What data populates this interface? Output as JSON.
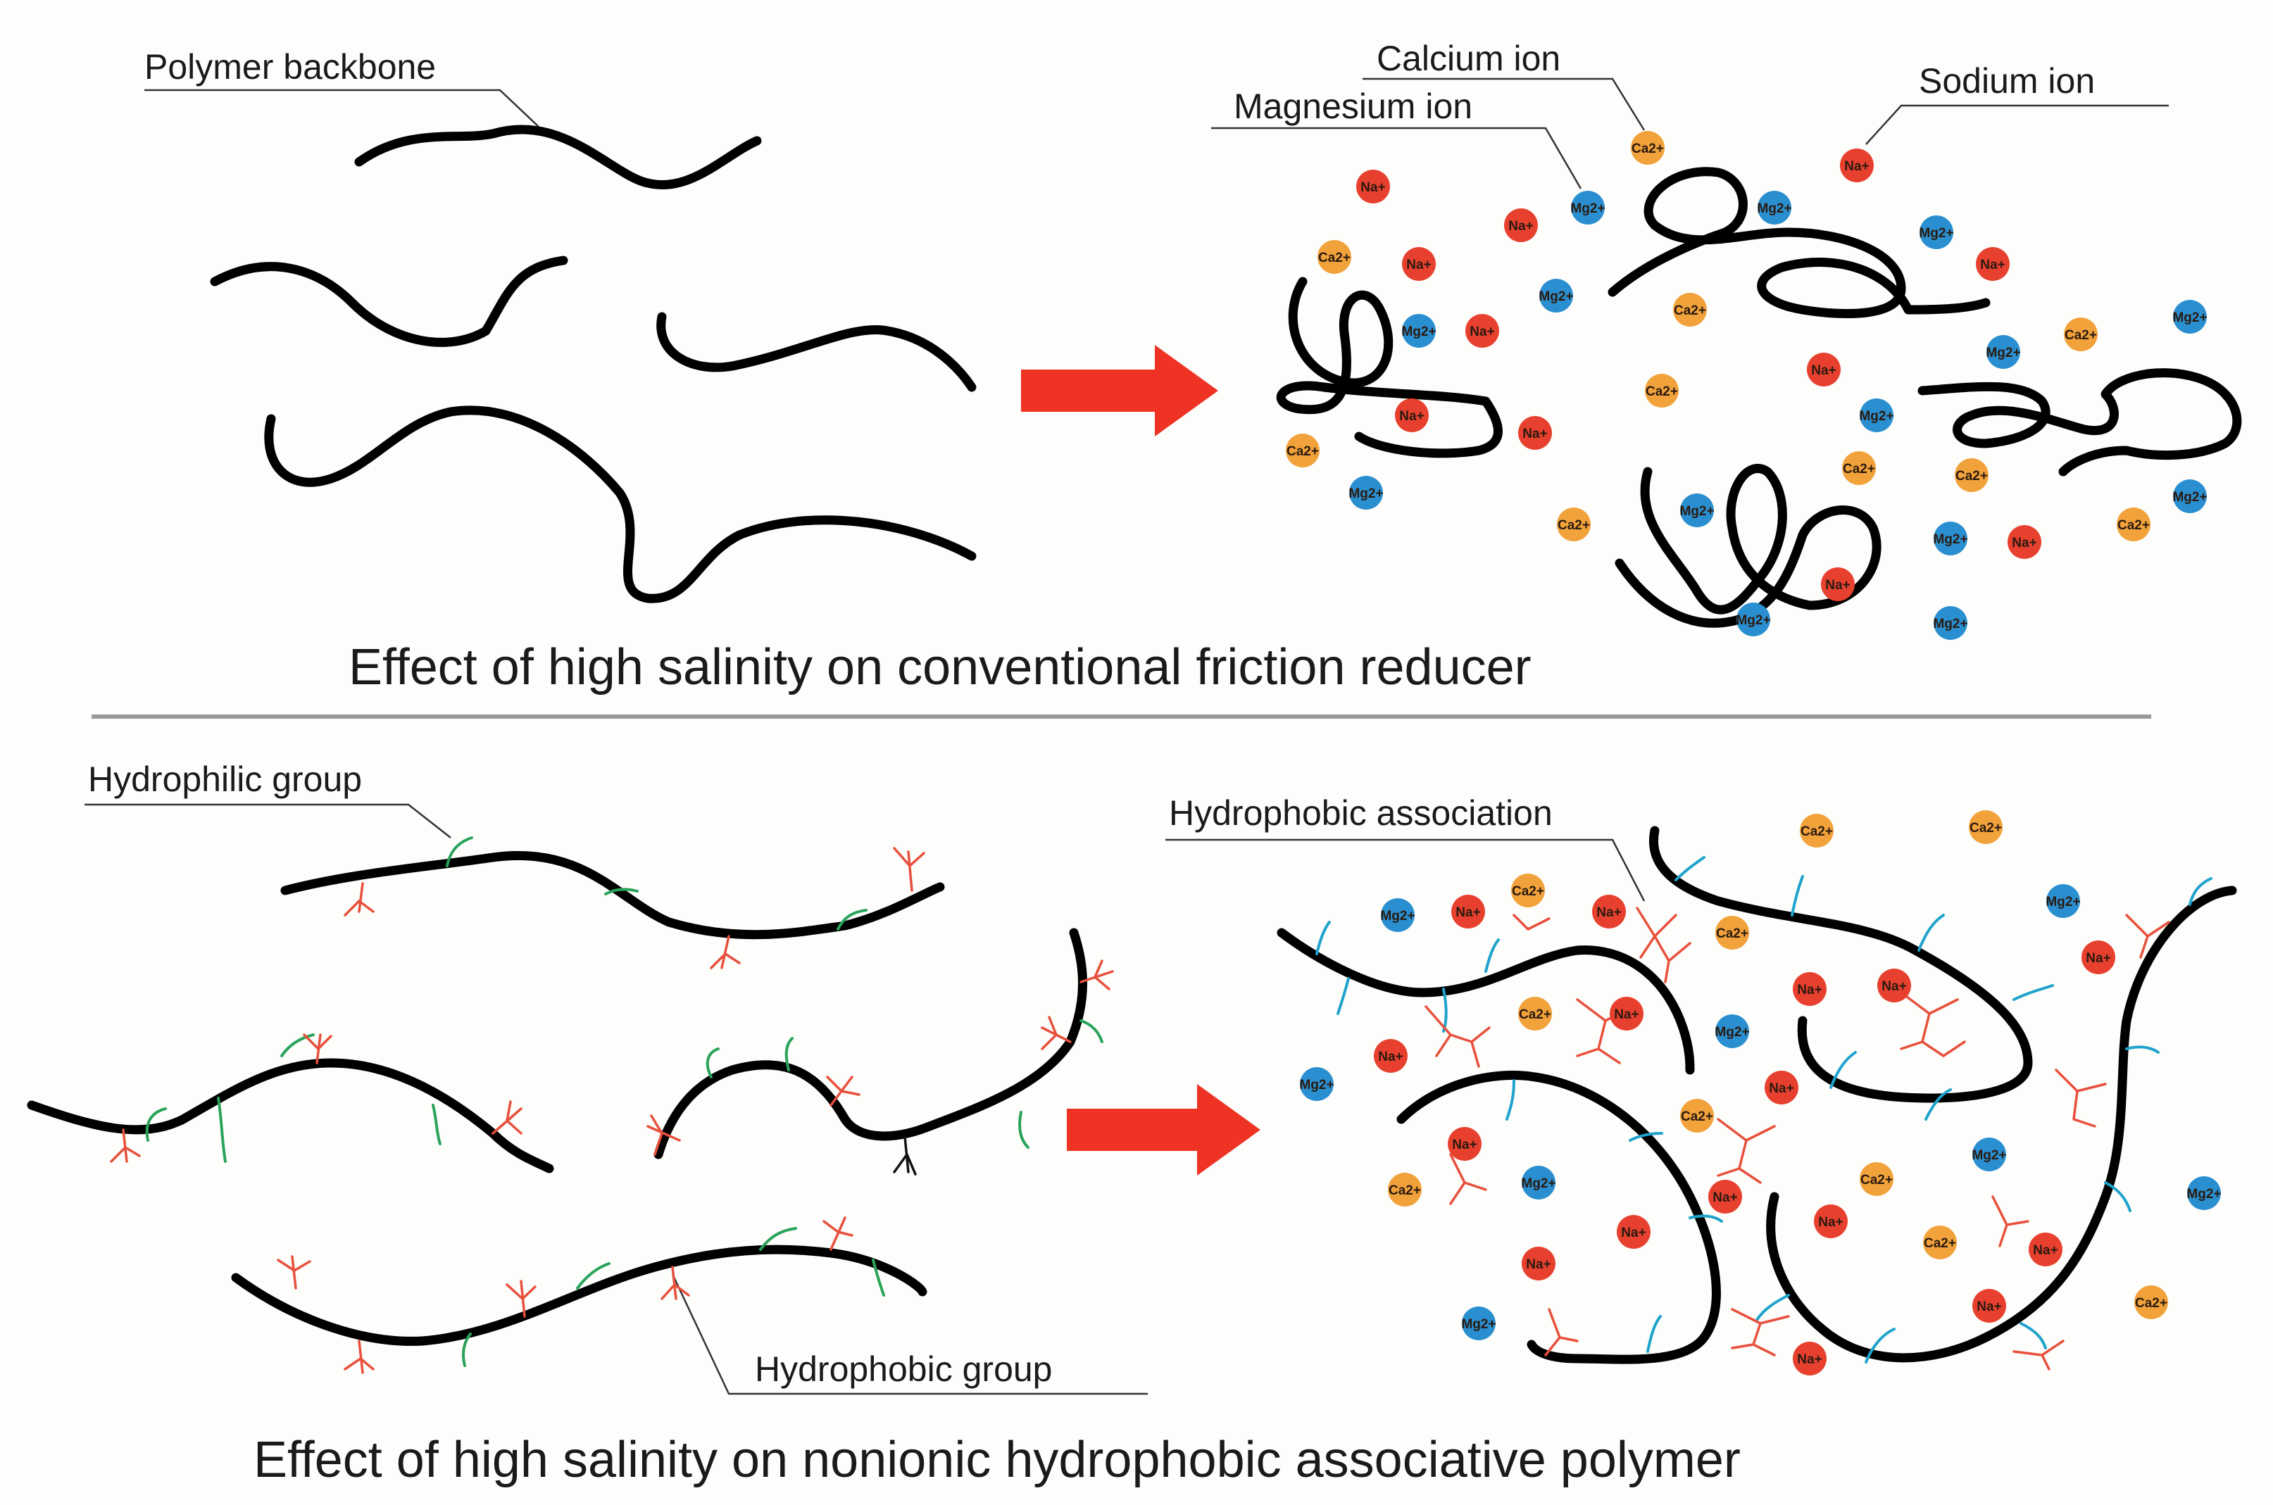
{
  "labels": {
    "polymer_backbone": "Polymer backbone",
    "calcium_ion": "Calcium ion",
    "magnesium_ion": "Magnesium ion",
    "sodium_ion": "Sodium ion",
    "hydrophilic_group": "Hydrophilic group",
    "hydrophobic_association": "Hydrophobic association",
    "hydrophobic_group": "Hydrophobic group"
  },
  "captions": {
    "top": "Effect of  high salinity on conventional friction reducer",
    "bottom": "Effect of high salinity on nonionic hydrophobic associative polymer"
  },
  "ion_types": {
    "na": {
      "text": "Na+",
      "color": "#e8402e"
    },
    "ca": {
      "text": "Ca2+",
      "color": "#f2a23a"
    },
    "mg": {
      "text": "Mg2+",
      "color": "#2a8fd0"
    }
  },
  "colors": {
    "arrow": "#ee3324",
    "divider": "#999999",
    "hydrophilic_group": "#2aa35a",
    "hydrophobic_group": "#e8503c",
    "hydrophilic_group_right": "#1fa3cc"
  }
}
